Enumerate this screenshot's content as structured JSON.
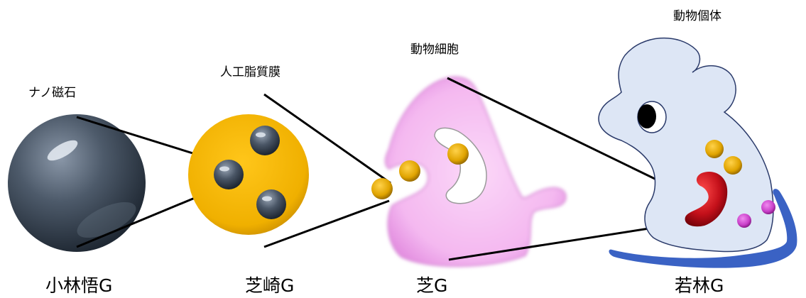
{
  "labels": {
    "magnet": "ナノ磁石",
    "membrane": "人工脂質膜",
    "cell": "動物細胞",
    "animal": "動物個体"
  },
  "groups": {
    "g1": "小林悟G",
    "g2": "芝崎G",
    "g3": "芝G",
    "g4": "若林G"
  },
  "colors": {
    "magnet": "#4a5666",
    "membrane": "#f2b400",
    "cell": "#f4b8f0",
    "mouse": "#dde6f5",
    "tail": "#3a62c4",
    "organ": "#c4101a",
    "dot_purple": "#c940c9"
  }
}
